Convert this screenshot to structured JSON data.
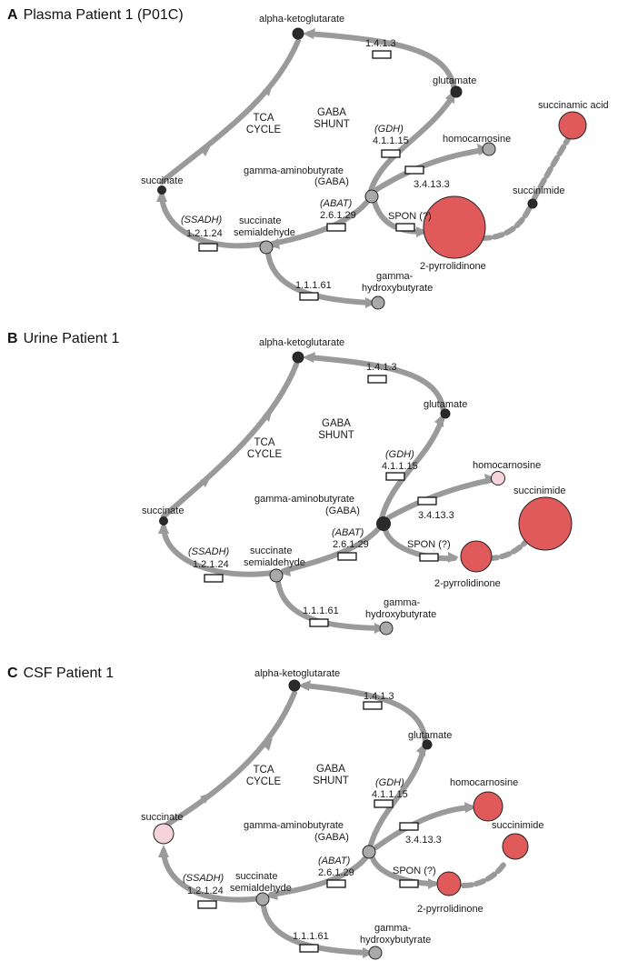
{
  "labels": {
    "alpha_ketoglutarate": "alpha-ketoglutarate",
    "glutamate": "glutamate",
    "tca_line1": "TCA",
    "tca_line2": "CYCLE",
    "gaba_line1": "GABA",
    "gaba_line2": "SHUNT",
    "gdh": "(GDH)",
    "ec_gdh": "4.1.1.15",
    "ec_glu": "1.4.1.3",
    "homocarnosine": "homocarnosine",
    "succinamic_acid": "succinamic acid",
    "succinate": "succinate",
    "gaba_line_a": "gamma-aminobutyrate",
    "gaba_line_b": "(GABA)",
    "ec_homo": "3.4.13.3",
    "abat": "(ABAT)",
    "ec_abat": "2.6.1.29",
    "spon": "SPON (?)",
    "succinimide": "succinimide",
    "ssadh": "(SSADH)",
    "ec_ssadh": "1.2.1.24",
    "ssa_line1": "succinate",
    "ssa_line2": "semialdehyde",
    "pyrrolidinone": "2-pyrrolidinone",
    "ec_ghb": "1.1.1.61",
    "ghb_line1": "gamma-",
    "ghb_line2": "hydroxybutyrate"
  },
  "colors": {
    "dark": "#2a2a2a",
    "grey": "#a9a9a9",
    "pink": "#f6d3da",
    "red": "#e05a5c",
    "edge": "#9a9a9a"
  },
  "panels": [
    {
      "letter": "A",
      "title": "Plasma Patient 1 (P01C)",
      "show_succinamic_acid": true,
      "nodes": {
        "alpha_ketoglutarate": "dark",
        "glutamate": "dark",
        "succinate": "dark",
        "gaba": "grey",
        "homocarnosine": "grey",
        "succinic_semialdehyde": "grey",
        "gamma_hydroxybutyrate": "grey",
        "succinimide": "dark",
        "pyrrolidinone": "red",
        "succinamic_acid": "red"
      }
    },
    {
      "letter": "B",
      "title": "Urine Patient 1",
      "show_succinamic_acid": false,
      "nodes": {
        "alpha_ketoglutarate": "dark",
        "glutamate": "dark",
        "succinate": "dark",
        "gaba": "dark",
        "homocarnosine": "pink",
        "succinic_semialdehyde": "grey",
        "gamma_hydroxybutyrate": "grey",
        "succinimide": "red",
        "pyrrolidinone": "red"
      }
    },
    {
      "letter": "C",
      "title": "CSF Patient 1",
      "show_succinamic_acid": false,
      "nodes": {
        "alpha_ketoglutarate": "dark",
        "glutamate": "dark",
        "succinate": "pink",
        "gaba": "grey",
        "homocarnosine": "red",
        "succinic_semialdehyde": "grey",
        "gamma_hydroxybutyrate": "grey",
        "succinimide": "red",
        "pyrrolidinone": "red"
      }
    }
  ]
}
